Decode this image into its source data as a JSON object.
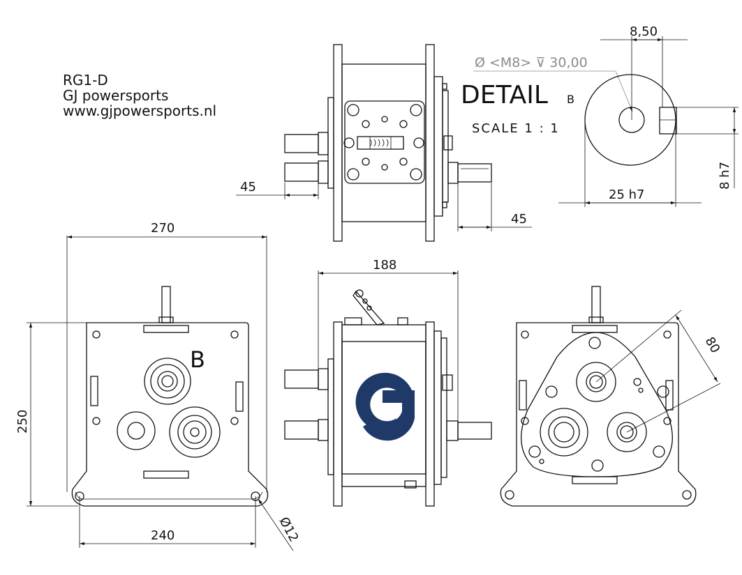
{
  "title_block": {
    "model": "RG1-D",
    "company": "GJ powersports",
    "website": "www.gjpowersports.nl"
  },
  "detail": {
    "title": "DETAIL",
    "id": "B",
    "scale": "SCALE 1 : 1",
    "hole_callout": "Ø <M8> ⊽ 30,00",
    "offset": "8,50",
    "diameter": "25 h7",
    "key": "8 h7"
  },
  "dimensions": {
    "top_left_shaft": "45",
    "top_right_shaft": "45",
    "front_width": "270",
    "front_height": "250",
    "front_bolt_spacing": "240",
    "front_hole": "Ø12",
    "side_width": "188",
    "rear_center_distance": "80"
  },
  "labels": {
    "view_marker": "B"
  },
  "colors": {
    "logo_blue": "#1f3a68",
    "lines": "#111111",
    "callout_gray": "#8a8a8a"
  }
}
